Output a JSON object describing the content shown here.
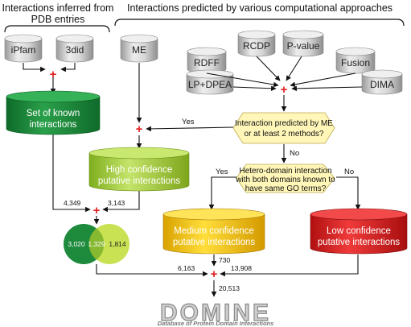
{
  "headers": {
    "pdb_line1": "Interactions inferred from",
    "pdb_line2": "PDB entries",
    "computational": "Interactions predicted by various computational approaches"
  },
  "sources": {
    "ipfam": "iPfam",
    "threedid": "3did",
    "me": "ME",
    "rdff": "RDFF",
    "rcdp": "RCDP",
    "pvalue": "P-value",
    "fusion": "Fusion",
    "lp_dpea": "LP+DPEA",
    "dima": "DIMA"
  },
  "databases": {
    "known_line1": "Set of known",
    "known_line2": "interactions",
    "high_line1": "High confidence",
    "high_line2": "putative interactions",
    "medium_line1": "Medium confidence",
    "medium_line2": "putative interactions",
    "low_line1": "Low confidence",
    "low_line2": "putative interactions"
  },
  "decisions": {
    "d1_line1": "Interaction predicted by ME",
    "d1_line2": "or at least 2 methods?",
    "d2_line1": "Hetero-domain interaction",
    "d2_line2": "with both domains known to",
    "d2_line3": "have same GO terms?"
  },
  "edge_labels": {
    "yes1": "Yes",
    "no1": "No",
    "yes2": "Yes",
    "no2": "No"
  },
  "counts": {
    "known": "4,349",
    "high": "3,143",
    "medium": "730",
    "venn_total": "6,163",
    "low": "13,908",
    "final": "20,513"
  },
  "venn": {
    "left": "3,020",
    "middle": "1,329",
    "right": "1,814"
  },
  "plus_sign": "+",
  "logo": {
    "title": "DOMINE",
    "subtitle": "Database of Protein Domain Interactions"
  },
  "colors": {
    "known": "#1d8a3c",
    "high": "#a8d23a",
    "medium": "#f2c200",
    "low": "#e02424",
    "decision": "#fff6b8",
    "source": "#d9d9d9"
  }
}
